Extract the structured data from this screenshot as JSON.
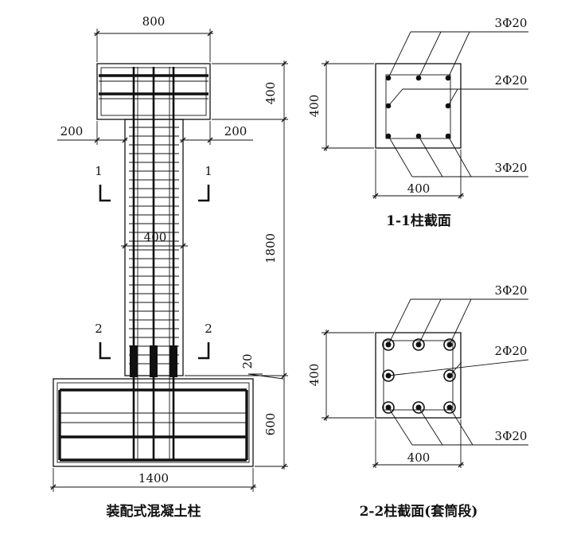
{
  "column": {
    "dims": {
      "cap_width": "800",
      "cap_height": "400",
      "left_offset": "200",
      "right_offset": "200",
      "shaft_width": "400",
      "shaft_height": "1800",
      "gap": "20",
      "base_height": "600",
      "base_width": "1400"
    },
    "section_marks": {
      "s1_left": "1",
      "s1_right": "1",
      "s2_left": "2",
      "s2_right": "2"
    },
    "caption": "装配式混凝土柱"
  },
  "section_1": {
    "dim_height": "400",
    "dim_width": "400",
    "rebar_top": "3Φ20",
    "rebar_mid": "2Φ20",
    "rebar_bottom": "3Φ20",
    "caption": "1-1柱截面"
  },
  "section_2": {
    "dim_height": "400",
    "dim_width": "400",
    "rebar_top": "3Φ20",
    "rebar_mid": "2Φ20",
    "rebar_bottom": "3Φ20",
    "caption": "2-2柱截面(套筒段)"
  }
}
